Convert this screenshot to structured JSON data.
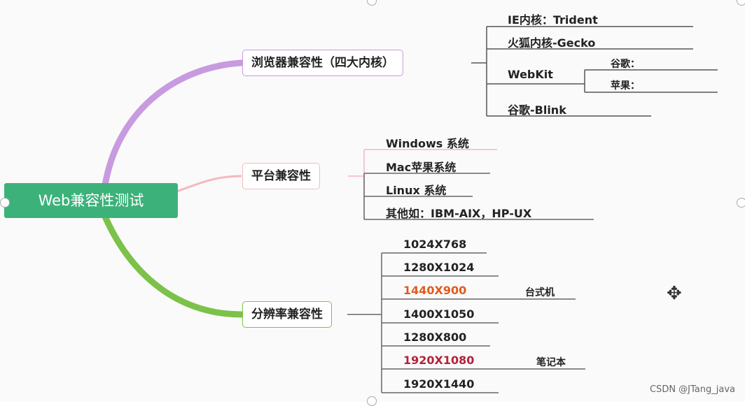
{
  "root": {
    "label": "Web兼容性测试"
  },
  "branches": [
    {
      "label": "浏览器兼容性（四大内核）"
    },
    {
      "label": "平台兼容性"
    },
    {
      "label": "分辨率兼容性"
    }
  ],
  "browser": {
    "leaves": [
      "IE内核：Trident",
      "火狐内核-Gecko",
      "WebKit",
      "谷歌-Blink"
    ],
    "webkit_children": [
      "谷歌：",
      "苹果："
    ]
  },
  "platform": {
    "leaves": [
      "Windows 系统",
      "Mac苹果系统",
      "Linux 系统",
      "其他如：IBM-AIX，HP-UX"
    ]
  },
  "resolution": {
    "leaves": [
      "1024X768",
      "1280X1024",
      "1440X900",
      "1400X1050",
      "1280X800",
      "1920X1080",
      "1920X1440"
    ],
    "notes": [
      "台式机",
      "笔记本"
    ]
  },
  "colors": {
    "root": "#3cb27a",
    "browser": "#c89ae0",
    "platform": "#f4b8c0",
    "resolution": "#7cc24a",
    "highlight_desktop": "#e05b1c",
    "highlight_laptop": "#b3223a"
  },
  "watermark": "CSDN @JTang_java"
}
